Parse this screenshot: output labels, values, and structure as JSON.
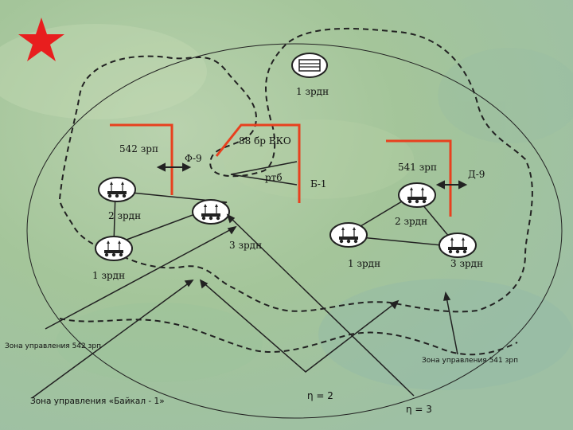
{
  "diagram": {
    "units": {
      "top_1_zrdn": "1 зрдн",
      "brigade": "88 бр ВКО",
      "rtb": "ртб",
      "b1": "Б-1",
      "f9": "Ф-9",
      "d9": "Д-9",
      "zrp542": "542 зрп",
      "zrp541": "541 зрп",
      "left_2_zrdn": "2 зрдн",
      "left_1_zrdn": "1 зрдн",
      "left_3_zrdn": "3 зрдн",
      "right_2_zrdn": "2 зрдн",
      "right_1_zrdn": "1 зрдн",
      "right_3_zrdn": "3 зрдн"
    },
    "zones": {
      "zone542": "Зона управления 542 зрп",
      "zone541": "Зона управления 541 зрп",
      "zone_baikal": "Зона управления «Байкал - 1»"
    },
    "eta": {
      "eta2": "η = 2",
      "eta3": "η = 3"
    },
    "colors": {
      "background": "#a8c8a0",
      "command_flags": "#e8401e",
      "star": "#e81e1e",
      "lines": "#111111"
    },
    "icons": {
      "star": "red-star-icon",
      "battalion": "sam-launcher-icon",
      "command_post": "command-post-icon"
    }
  }
}
